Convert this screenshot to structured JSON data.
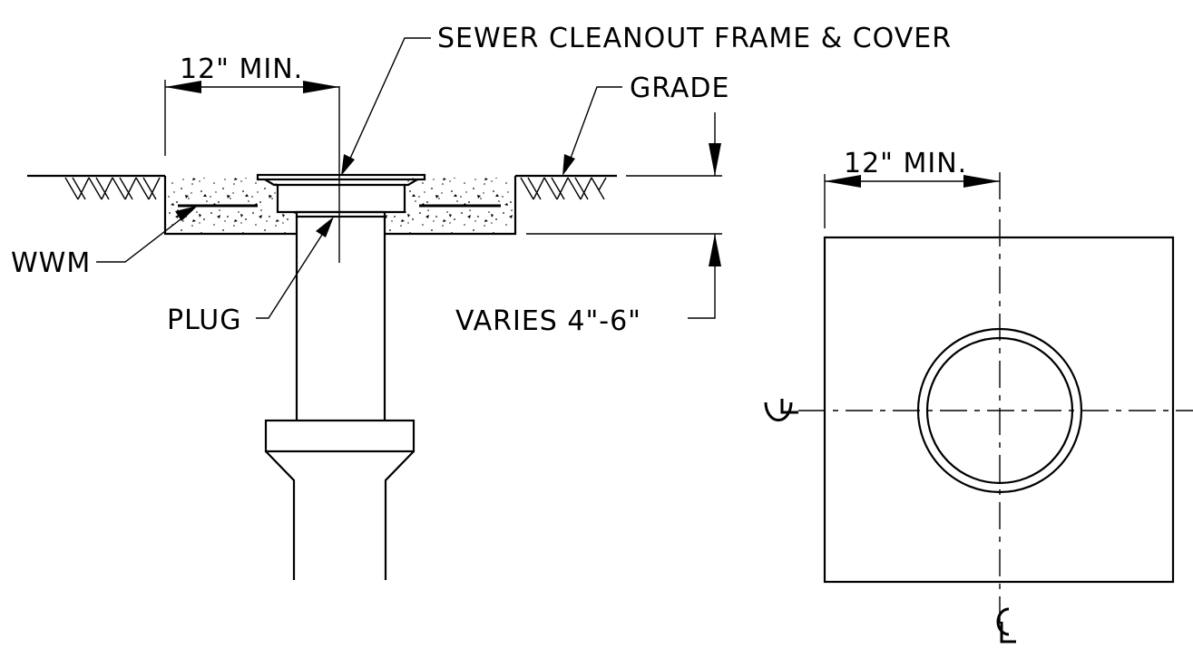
{
  "section_view": {
    "labels": {
      "frame_cover": "SEWER CLEANOUT FRAME & COVER",
      "grade": "GRADE",
      "min_width": "12\" MIN.",
      "wwm": "WWM",
      "plug": "PLUG",
      "thickness": "VARIES 4\"-6\""
    }
  },
  "plan_view": {
    "labels": {
      "min_width": "12\" MIN.",
      "centerline_symbol": "CL"
    }
  }
}
